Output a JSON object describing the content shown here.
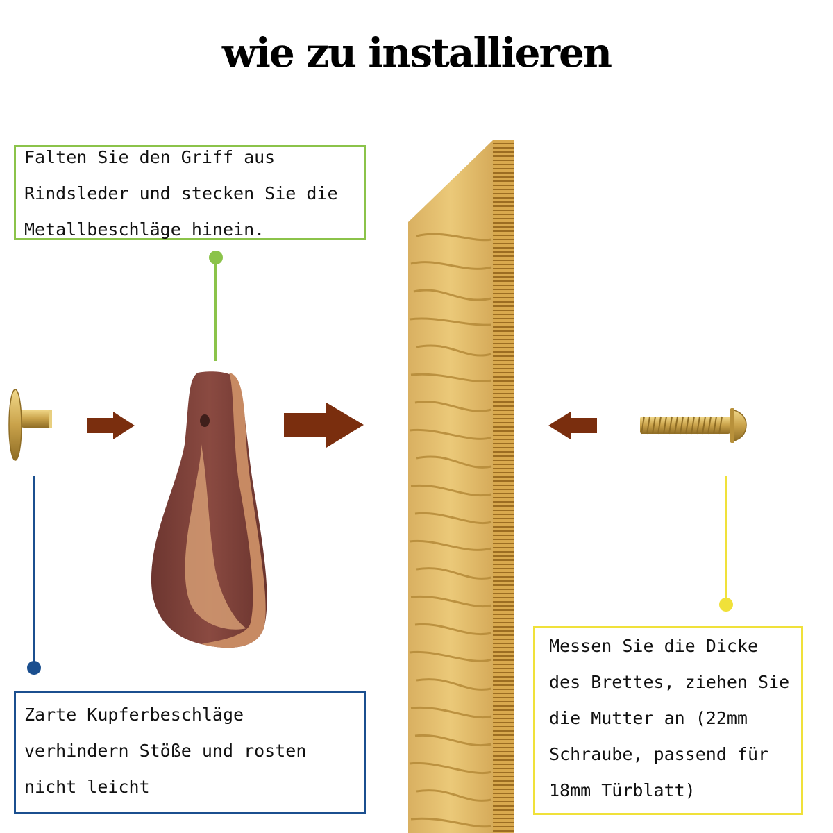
{
  "title": "wie zu installieren",
  "boxes": {
    "leather": {
      "lines": [
        "Falten Sie den Griff aus",
        "Rindsleder und stecken Sie die",
        "Metallbeschläge hinein."
      ]
    },
    "copper": {
      "lines": [
        "Zarte Kupferbeschläge",
        "verhindern Stöße und rosten",
        "nicht leicht"
      ]
    },
    "screw": {
      "lines": [
        "Messen Sie die Dicke",
        "des Brettes, ziehen Sie",
        "die Mutter an (22mm",
        "Schraube, passend für",
        "18mm Türblatt)"
      ]
    }
  },
  "colors": {
    "green": "#8bc34a",
    "blue": "#1b4f8f",
    "yellow": "#f0e13a",
    "arrow": "#7a2e0e",
    "leather": "#7a4038",
    "leather_edge": "#c78a63",
    "brass": "#c9a24a",
    "wood": "#e3bf6c",
    "wood_grain": "#b58a38"
  },
  "icons": [
    "brass-fitting-icon",
    "leather-strap-icon",
    "wood-board-icon",
    "screw-icon",
    "arrow-right-icon",
    "arrow-left-icon"
  ]
}
